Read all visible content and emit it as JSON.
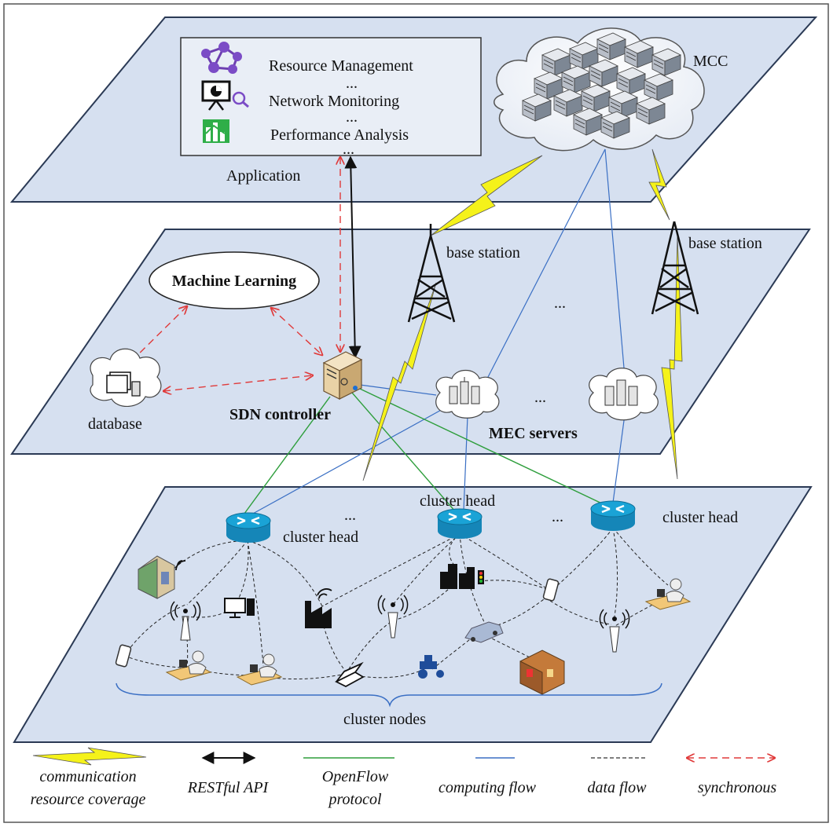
{
  "app_panel": {
    "items": [
      {
        "label": "Resource Management",
        "icon": "network-graph-icon"
      },
      {
        "label": "Network Monitoring",
        "icon": "presentation-monitor-icon"
      },
      {
        "label": "Performance Analysis",
        "icon": "bar-chart-icon"
      }
    ],
    "ellipsis": "..."
  },
  "layers": {
    "application": "Application",
    "mcc": "MCC",
    "base_station_left": "base station",
    "base_station_right": "base station",
    "machine_learning": "Machine Learning",
    "database": "database",
    "sdn_controller": "SDN controller",
    "mec_servers": "MEC servers",
    "cluster_head_left": "cluster head",
    "cluster_head_mid": "cluster head",
    "cluster_head_right": "cluster head",
    "cluster_nodes": "cluster nodes",
    "ellipsis": "..."
  },
  "legend": {
    "communication": [
      "communication",
      "resource coverage"
    ],
    "restful": "RESTful API",
    "openflow": [
      "OpenFlow",
      "protocol"
    ],
    "computing": "computing flow",
    "data": "data flow",
    "sync": "synchronous"
  },
  "colors": {
    "plane_fill": "#d6e0f0",
    "lightning": "#f5f21a",
    "openflow_line": "#2e9e3c",
    "computing_line": "#3a6fc4",
    "sync_line": "#e03a3a",
    "router": "#1aa3d6"
  }
}
